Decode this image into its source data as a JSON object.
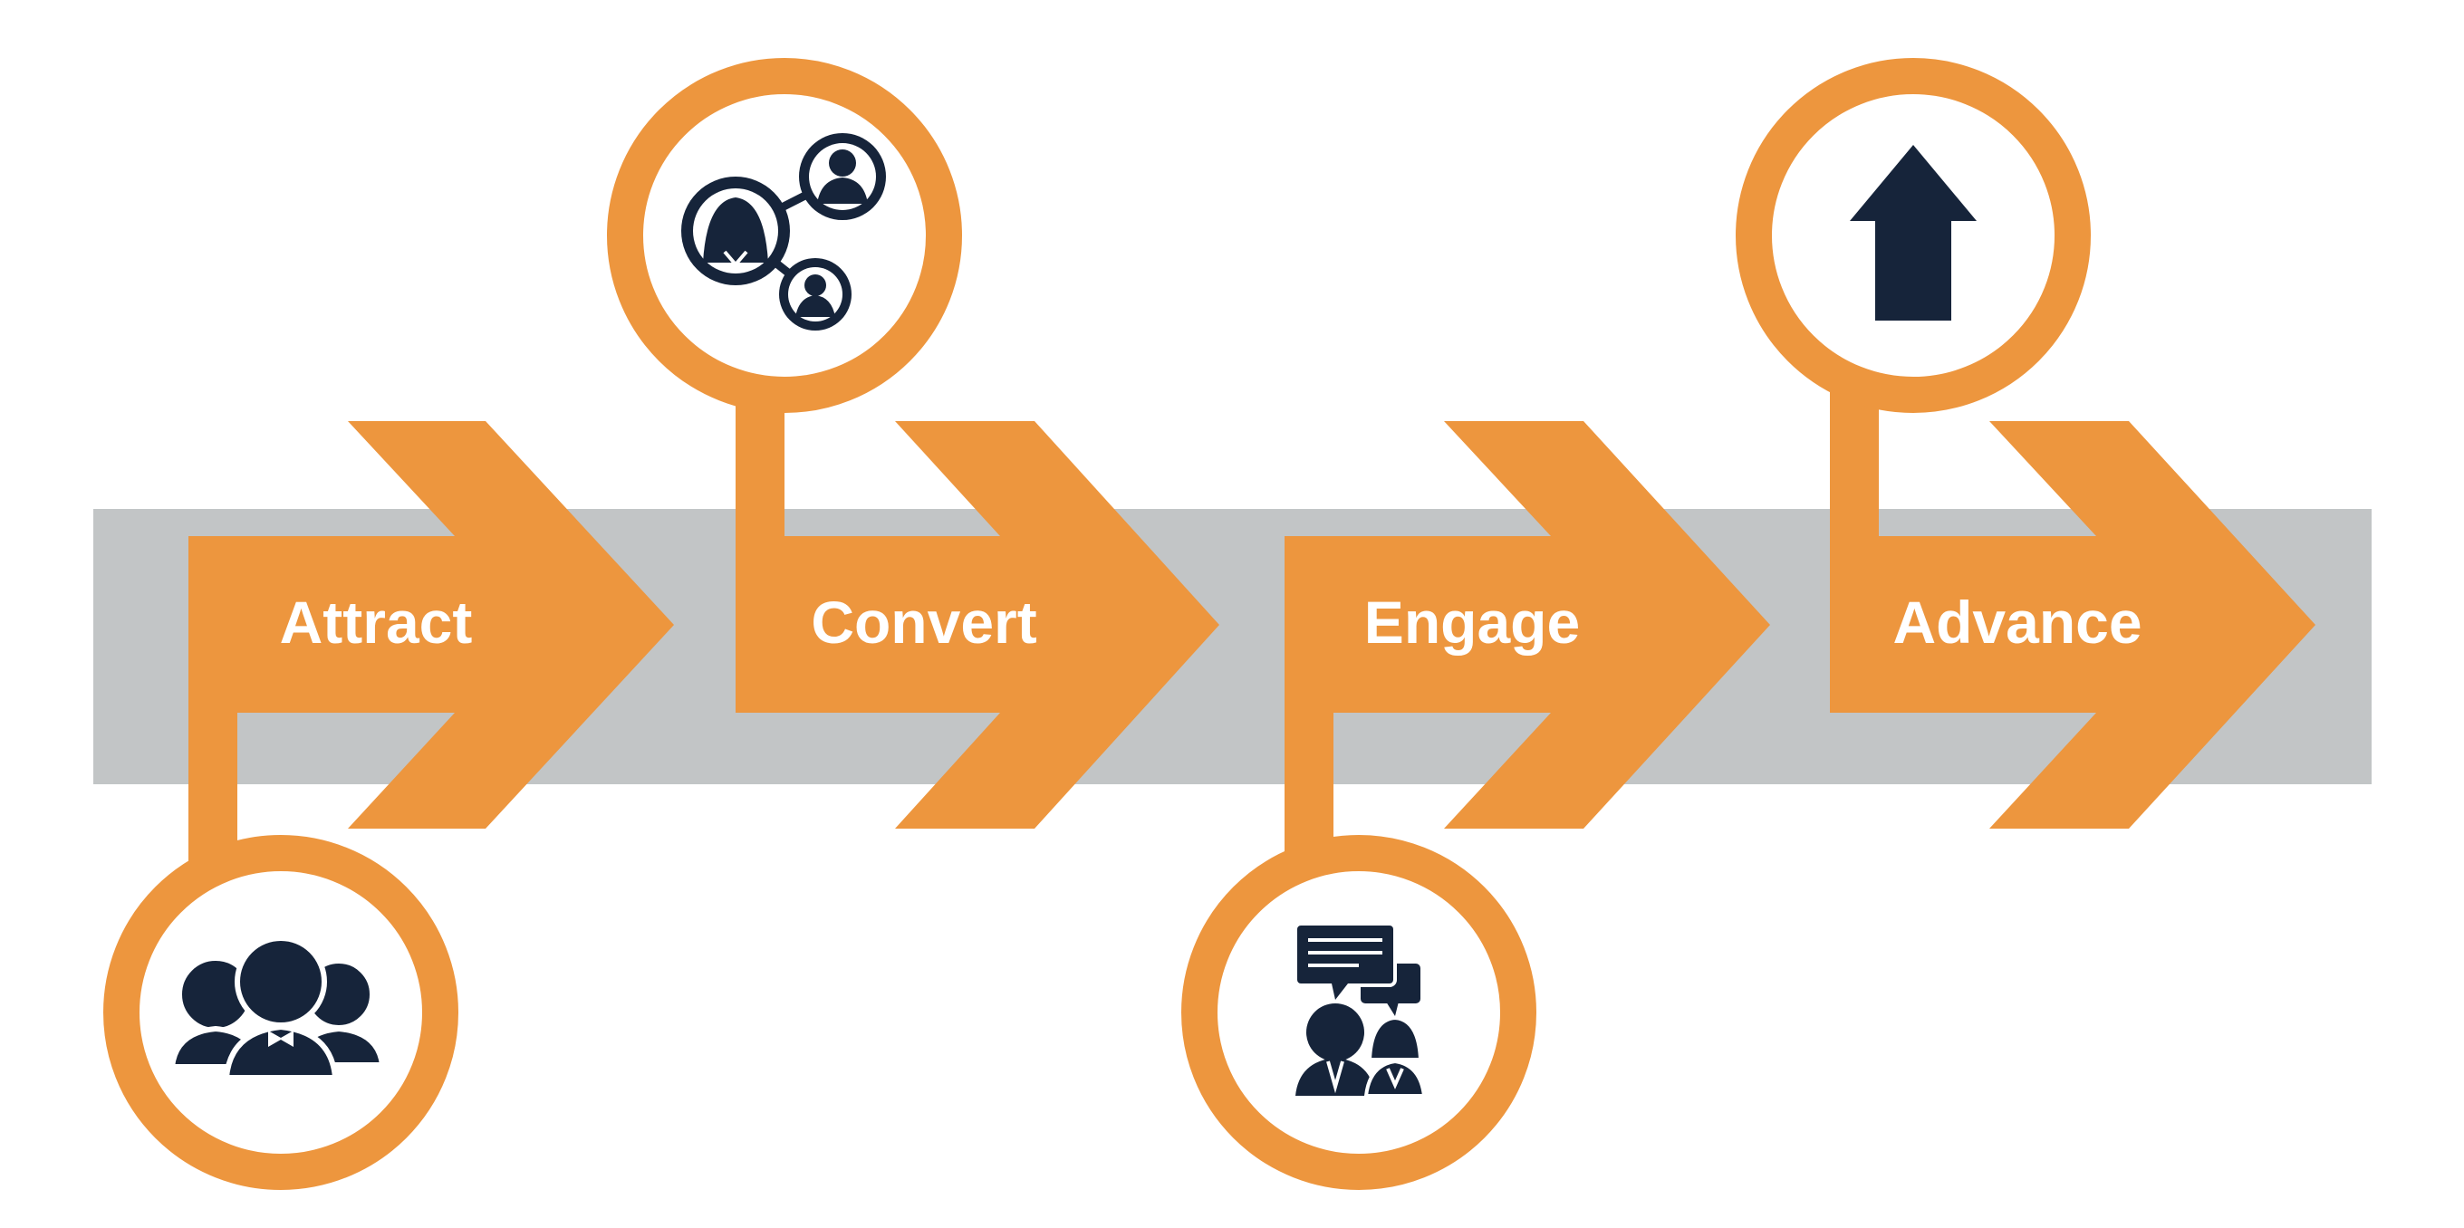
{
  "colors": {
    "band": "#c2c5c6",
    "accent": "#ed963e",
    "icon": "#16243a",
    "label": "#ffffff",
    "background": "#ffffff"
  },
  "stages": [
    {
      "label": "Attract",
      "icon": "group-of-people-icon"
    },
    {
      "label": "Convert",
      "icon": "connected-people-network-icon"
    },
    {
      "label": "Engage",
      "icon": "people-conversation-icon"
    },
    {
      "label": "Advance",
      "icon": "up-arrow-icon"
    }
  ]
}
